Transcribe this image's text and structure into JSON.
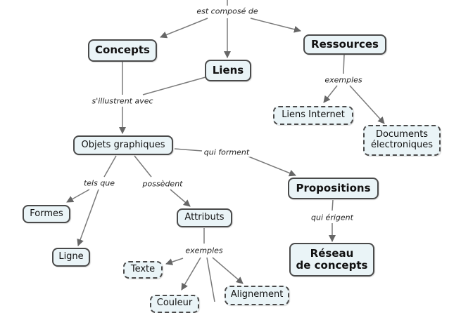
{
  "colors": {
    "node_fill": "#eaf4f7",
    "node_border": "#4a4a4a",
    "line": "#707070"
  },
  "nodes": {
    "concepts": "Concepts",
    "liens": "Liens",
    "ressources": "Ressources",
    "liens_internet": "Liens Internet",
    "documents_electroniques_1": "Documents",
    "documents_electroniques_2": "électroniques",
    "objets_graphiques": "Objets graphiques",
    "propositions": "Propositions",
    "reseau_1": "Réseau",
    "reseau_2": "de concepts",
    "formes": "Formes",
    "ligne": "Ligne",
    "attributs": "Attributs",
    "texte": "Texte",
    "couleur": "Couleur",
    "alignement": "Alignement"
  },
  "links": {
    "est_compose_de": "est composé de",
    "s_illustrent_avec": "s'illustrent avec",
    "exemples_ressources": "exemples",
    "qui_forment": "qui forment",
    "tels_que": "tels que",
    "possedent": "possèdent",
    "qui_erigent": "qui érigent",
    "exemples_attributs": "exemples"
  }
}
